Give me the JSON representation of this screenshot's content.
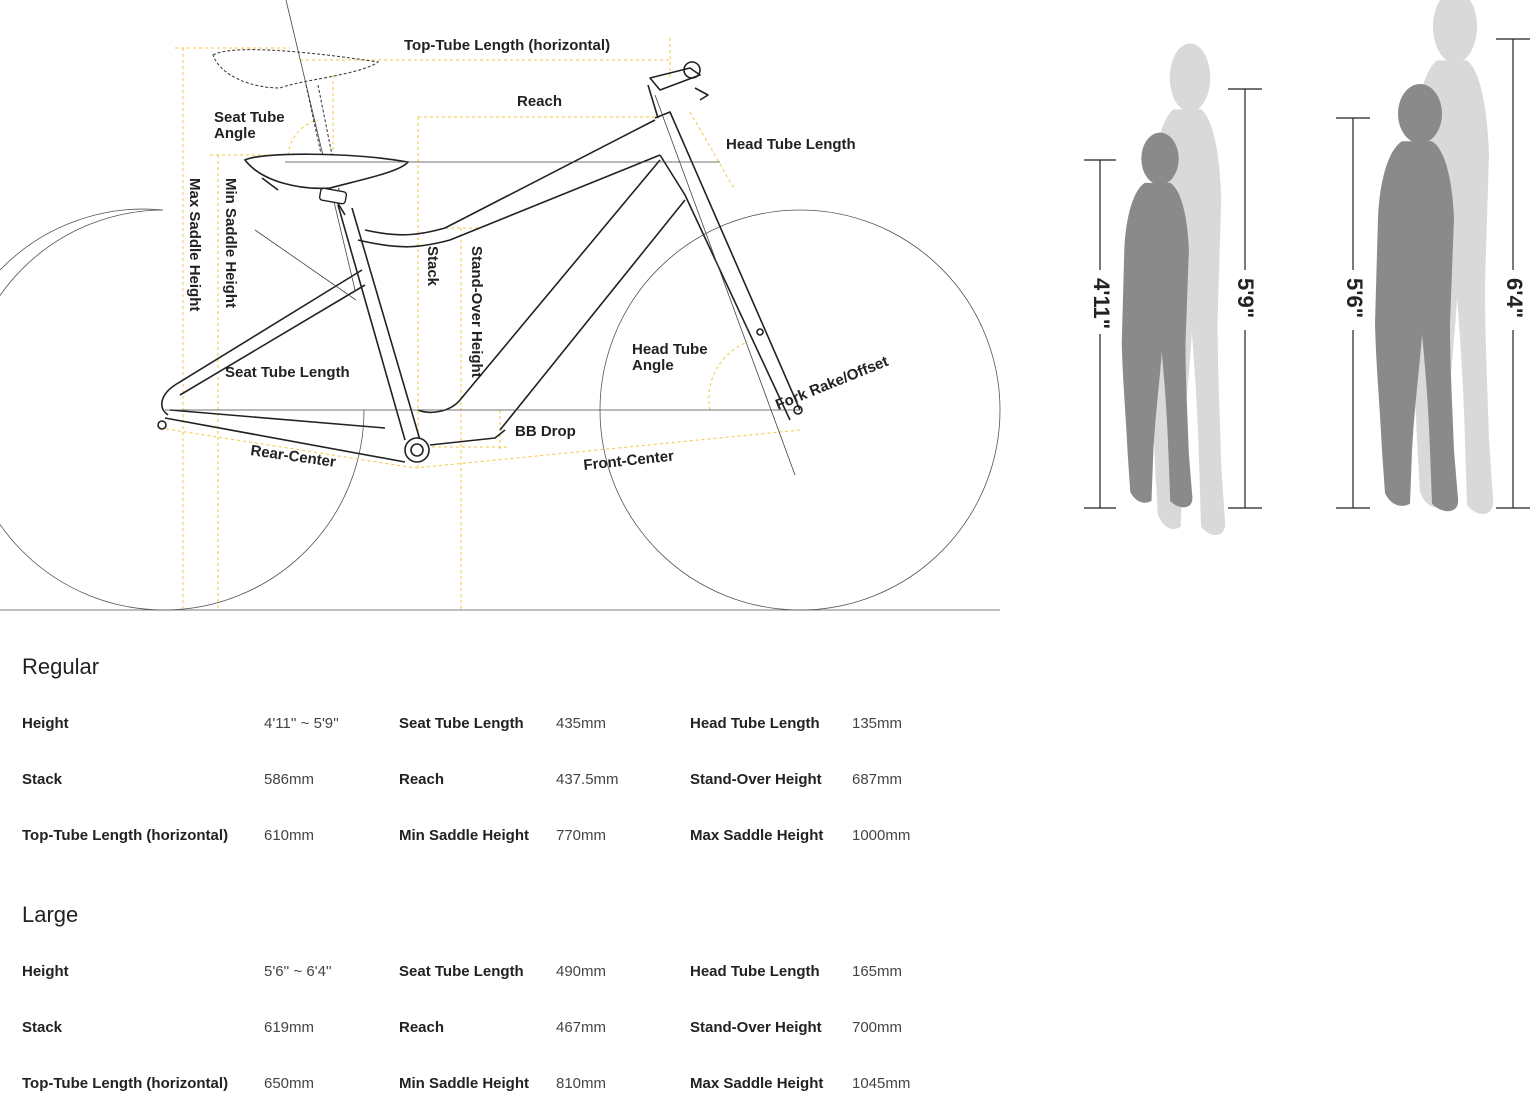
{
  "diagram": {
    "labels": {
      "top_tube": "Top-Tube Length (horizontal)",
      "reach": "Reach",
      "seat_tube_angle_1": "Seat Tube",
      "seat_tube_angle_2": "Angle",
      "head_tube_length": "Head Tube Length",
      "max_saddle": "Max Saddle Height",
      "min_saddle": "Min Saddle Height",
      "stack": "Stack",
      "stand_over": "Stand-Over Height",
      "seat_tube_length": "Seat Tube Length",
      "head_tube_angle_1": "Head Tube",
      "head_tube_angle_2": "Angle",
      "fork_rake": "Fork Rake/Offset",
      "bb_drop": "BB Drop",
      "rear_center": "Rear-Center",
      "front_center": "Front-Center"
    },
    "colors": {
      "dimension": "#f5c542",
      "frame": "#222222",
      "person_dark": "#8a8a8a",
      "person_light": "#d8d8d8"
    }
  },
  "heights": {
    "regular_min": "4'11\"",
    "regular_max": "5'9\"",
    "large_min": "5'6\"",
    "large_max": "6'4\""
  },
  "sizes": [
    {
      "title": "Regular",
      "rows": [
        [
          {
            "k": "Height",
            "v": "4'11'' ~ 5'9''"
          },
          {
            "k": "Seat Tube Length",
            "v": "435mm"
          },
          {
            "k": "Head Tube Length",
            "v": "135mm"
          }
        ],
        [
          {
            "k": "Stack",
            "v": "586mm"
          },
          {
            "k": "Reach",
            "v": "437.5mm"
          },
          {
            "k": "Stand-Over Height",
            "v": "687mm"
          }
        ],
        [
          {
            "k": "Top-Tube Length (horizontal)",
            "v": "610mm"
          },
          {
            "k": "Min Saddle Height",
            "v": "770mm"
          },
          {
            "k": "Max Saddle Height",
            "v": "1000mm"
          }
        ]
      ]
    },
    {
      "title": "Large",
      "rows": [
        [
          {
            "k": "Height",
            "v": "5'6'' ~ 6'4''"
          },
          {
            "k": "Seat Tube Length",
            "v": "490mm"
          },
          {
            "k": "Head Tube Length",
            "v": "165mm"
          }
        ],
        [
          {
            "k": "Stack",
            "v": "619mm"
          },
          {
            "k": "Reach",
            "v": "467mm"
          },
          {
            "k": "Stand-Over Height",
            "v": "700mm"
          }
        ],
        [
          {
            "k": "Top-Tube Length (horizontal)",
            "v": "650mm"
          },
          {
            "k": "Min Saddle Height",
            "v": "810mm"
          },
          {
            "k": "Max Saddle Height",
            "v": "1045mm"
          }
        ]
      ]
    }
  ]
}
